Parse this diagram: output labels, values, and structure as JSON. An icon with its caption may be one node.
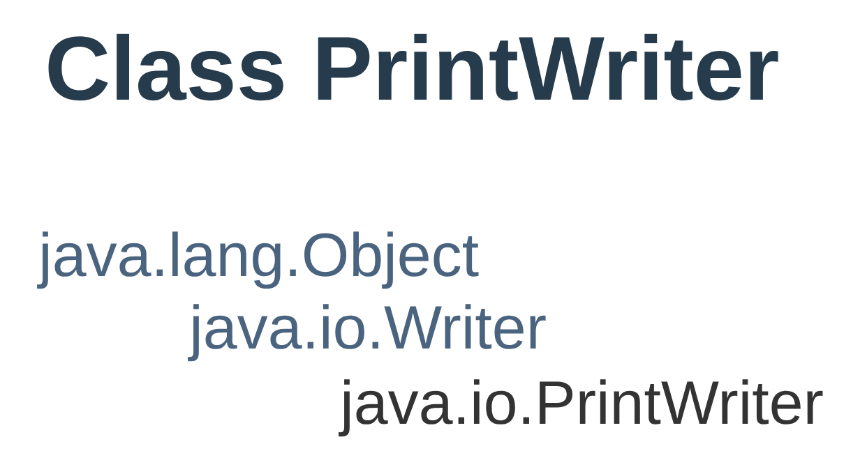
{
  "diagram": {
    "title": "Class PrintWriter",
    "labels": [
      "java.lang.Object",
      "java.io.Writer",
      "java.io.PrintWriter"
    ]
  }
}
